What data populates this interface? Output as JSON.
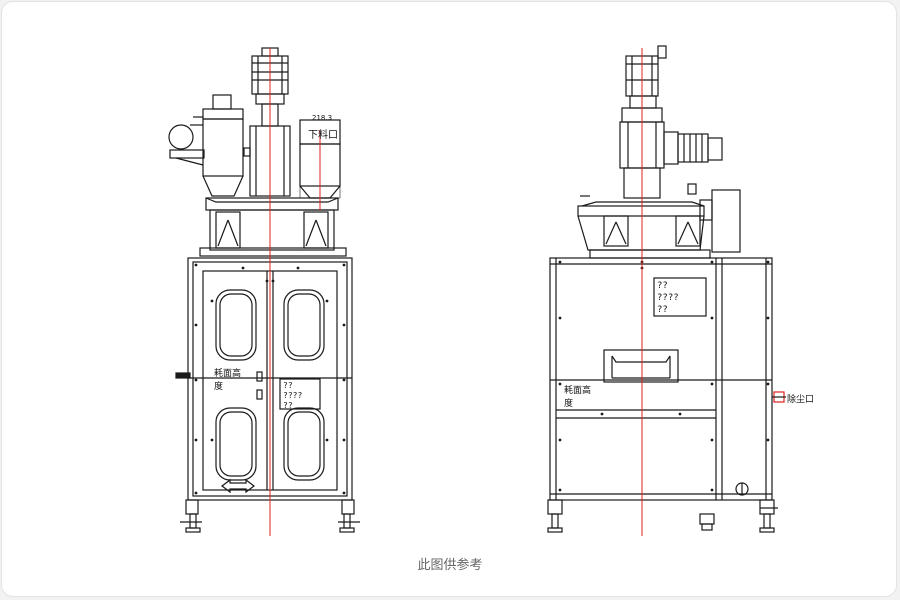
{
  "caption": "此图供参考",
  "colors": {
    "line": "#1a1a1a",
    "center_line": "#e02020",
    "frame": "#e3e3e3",
    "caption": "#666666"
  },
  "front_view": {
    "dimension_text": "218.3",
    "outlet_label": "下料口",
    "height_label_line1": "耗面高",
    "height_label_line2": "度",
    "plate_line1": "??",
    "plate_line2": "????",
    "plate_line3": "??"
  },
  "side_view": {
    "plate_line1": "??",
    "plate_line2": "????",
    "plate_line3": "??",
    "height_label_line1": "耗面高",
    "height_label_line2": "度",
    "dust_outlet_label": "除尘口"
  }
}
